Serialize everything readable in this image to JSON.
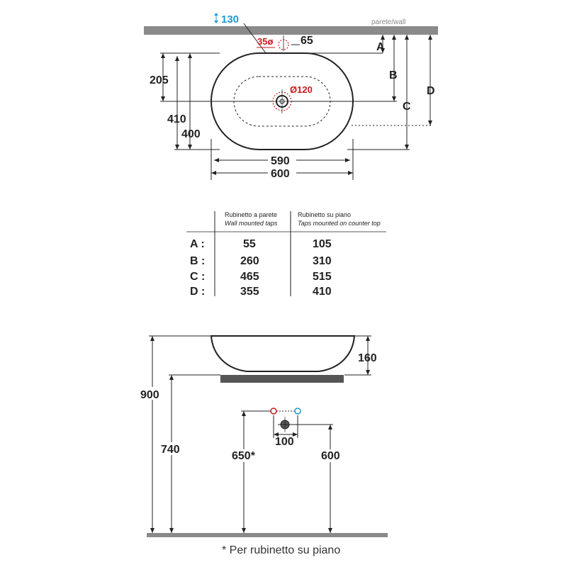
{
  "top_view": {
    "wall_label": "parete/wall",
    "tap_height": "130",
    "tap_hole": "35ø",
    "tap_offset": "65",
    "drain": "Ø120",
    "dim_205": "205",
    "dim_410": "410",
    "dim_400": "400",
    "dim_590": "590",
    "dim_600": "600",
    "letter_a": "A",
    "letter_b": "B",
    "letter_c": "C",
    "letter_d": "D"
  },
  "table": {
    "col1_title": "Rubinetto a parete",
    "col1_subtitle": "Wall mounted taps",
    "col2_title": "Rubinetto su piano",
    "col2_subtitle": "Taps mounted on counter top",
    "rows": [
      {
        "label": "A :",
        "wall": "55",
        "counter": "105"
      },
      {
        "label": "B :",
        "wall": "260",
        "counter": "310"
      },
      {
        "label": "C :",
        "wall": "465",
        "counter": "515"
      },
      {
        "label": "D :",
        "wall": "355",
        "counter": "410"
      }
    ]
  },
  "side_view": {
    "dim_900": "900",
    "dim_740": "740",
    "dim_160": "160",
    "dim_650": "650*",
    "dim_100": "100",
    "dim_600": "600",
    "footnote": "* Per rubinetto su piano"
  },
  "colors": {
    "line": "#222222",
    "wall": "#8a8a8a",
    "counter": "#555555",
    "red": "#cc1a1a",
    "cyan": "#1b9bd8"
  }
}
